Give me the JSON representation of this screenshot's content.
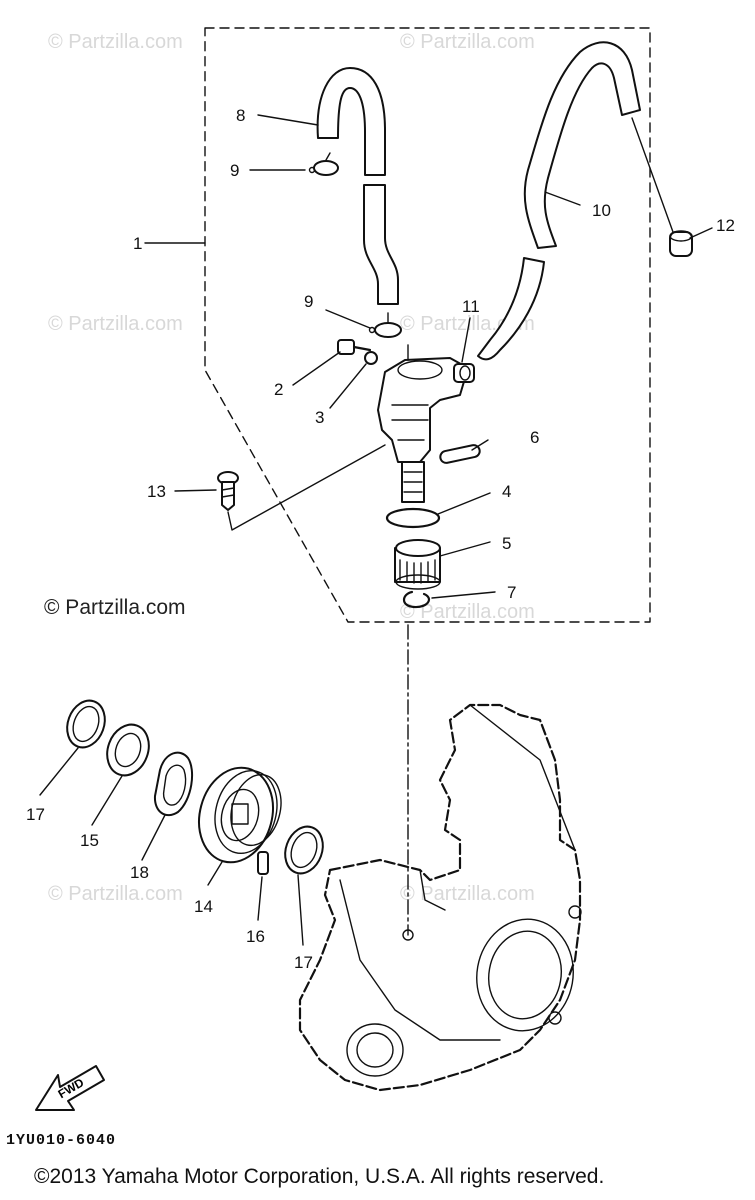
{
  "watermark_faint": "© Partzilla.com",
  "watermark_main": "© Partzilla.com",
  "drawing_code": "1YU010-6040",
  "copyright": "©2013 Yamaha Motor Corporation, U.S.A. All rights reserved.",
  "fwd_label": "FWD",
  "callouts": {
    "c1": "1",
    "c2": "2",
    "c3": "3",
    "c4": "4",
    "c5": "5",
    "c6": "6",
    "c7": "7",
    "c8": "8",
    "c9a": "9",
    "c9b": "9",
    "c10": "10",
    "c11": "11",
    "c12": "12",
    "c13": "13",
    "c14": "14",
    "c15": "15",
    "c16": "16",
    "c17a": "17",
    "c17b": "17",
    "c18": "18"
  }
}
